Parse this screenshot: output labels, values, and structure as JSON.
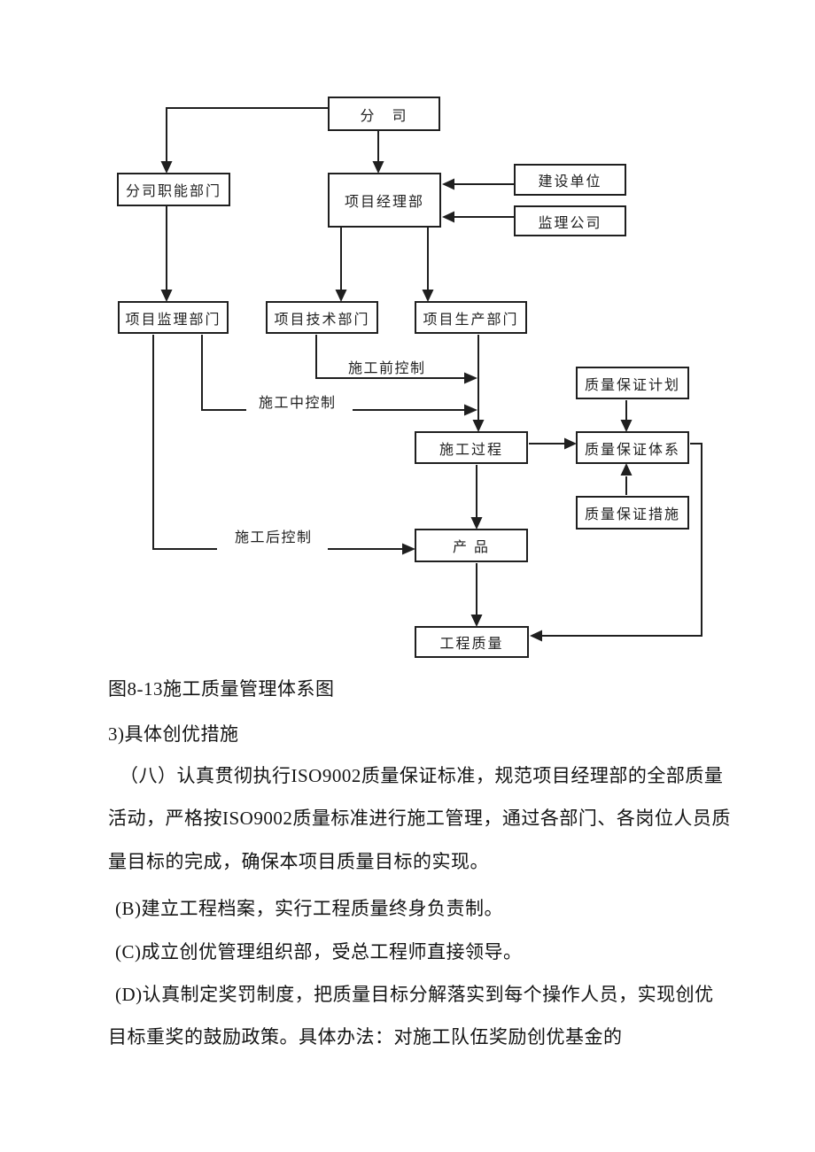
{
  "diagram": {
    "line_color": "#1f1f1f",
    "boxes": {
      "company": "分　司",
      "branch_function_dept": "分司职能部门",
      "project_manager_dept": "项目经理部",
      "construction_unit": "建设单位",
      "supervision_company": "监理公司",
      "project_supervision_dept": "项目监理部门",
      "project_technical_dept": "项目技术部门",
      "project_production_dept": "项目生产部门",
      "qa_plan": "质量保证计划",
      "construction_process": "施工过程",
      "qa_system": "质量保证体系",
      "qa_measures": "质量保证措施",
      "product": "产 品",
      "project_quality": "工程质量"
    },
    "labels": {
      "pre_construction_control": "施工前控制",
      "during_construction_control": "施工中控制",
      "post_construction_control": "施工后控制"
    },
    "edges": [
      {
        "from": "company",
        "to": "branch_function_dept"
      },
      {
        "from": "company",
        "to": "project_manager_dept"
      },
      {
        "from": "construction_unit",
        "to": "project_manager_dept"
      },
      {
        "from": "supervision_company",
        "to": "project_manager_dept"
      },
      {
        "from": "branch_function_dept",
        "to": "project_supervision_dept"
      },
      {
        "from": "project_manager_dept",
        "to": "project_technical_dept"
      },
      {
        "from": "project_manager_dept",
        "to": "project_production_dept"
      },
      {
        "from": "project_technical_dept",
        "to": "construction_process",
        "label": "施工前控制"
      },
      {
        "from": "project_production_dept",
        "to": "construction_process"
      },
      {
        "from": "project_supervision_dept",
        "to": "construction_process",
        "label": "施工中控制"
      },
      {
        "from": "project_supervision_dept",
        "to": "product",
        "label": "施工后控制"
      },
      {
        "from": "construction_process",
        "to": "qa_system"
      },
      {
        "from": "qa_plan",
        "to": "qa_system"
      },
      {
        "from": "qa_measures",
        "to": "qa_system"
      },
      {
        "from": "construction_process",
        "to": "product"
      },
      {
        "from": "product",
        "to": "project_quality"
      },
      {
        "from": "qa_system",
        "to": "project_quality"
      }
    ]
  },
  "text": {
    "figure_caption": "图8-13施工质量管理体系图",
    "section_heading": "3)具体创优措施",
    "para_a_line1": "（八）认真贯彻执行ISO9002质量保证标准，规范项目经理部的全部质量",
    "para_a_line2": "活动，严格按ISO9002质量标准进行施工管理，通过各部门、各岗位人员质",
    "para_a_line3": "量目标的完成，确保本项目质量目标的实现。",
    "item_b": "(B)建立工程档案，实行工程质量终身负责制。",
    "item_c": "(C)成立创优管理组织部，受总工程师直接领导。",
    "para_d_line1": "(D)认真制定奖罚制度，把质量目标分解落实到每个操作人员，实现创优",
    "para_d_line2": "目标重奖的鼓励政策。具体办法：对施工队伍奖励创优基金的"
  }
}
